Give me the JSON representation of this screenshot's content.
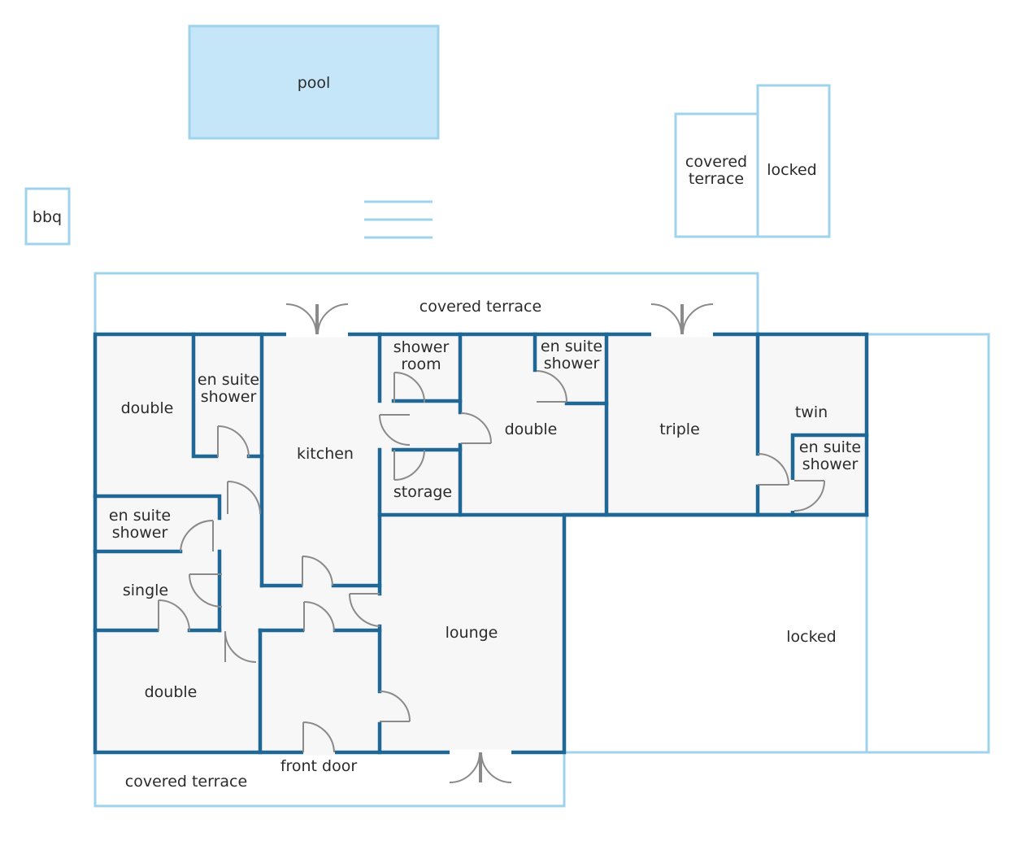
{
  "labels": {
    "pool": "pool",
    "bbq": "bbq",
    "covered_terrace_small": [
      "covered",
      "terrace"
    ],
    "locked_small": "locked",
    "covered_terrace_top": "covered terrace",
    "covered_terrace_bottom": "covered terrace",
    "front_door": "front door",
    "double_tl": "double",
    "ensuite_1": [
      "en suite",
      "shower"
    ],
    "kitchen": "kitchen",
    "shower_room": [
      "shower",
      "room"
    ],
    "storage": "storage",
    "ensuite_2": [
      "en suite",
      "shower"
    ],
    "double_mid": "double",
    "triple": "triple",
    "twin": "twin",
    "ensuite_3": [
      "en suite",
      "shower"
    ],
    "ensuite_4": [
      "en suite",
      "shower"
    ],
    "single": "single",
    "double_bl": "double",
    "lounge": "lounge",
    "locked_large": "locked"
  },
  "colors": {
    "wall": "#1f6896",
    "exterior": "#9fd3ec",
    "pool_fill": "#c5e6f8",
    "floor": "#f7f7f7",
    "door": "#8a8a8a"
  }
}
